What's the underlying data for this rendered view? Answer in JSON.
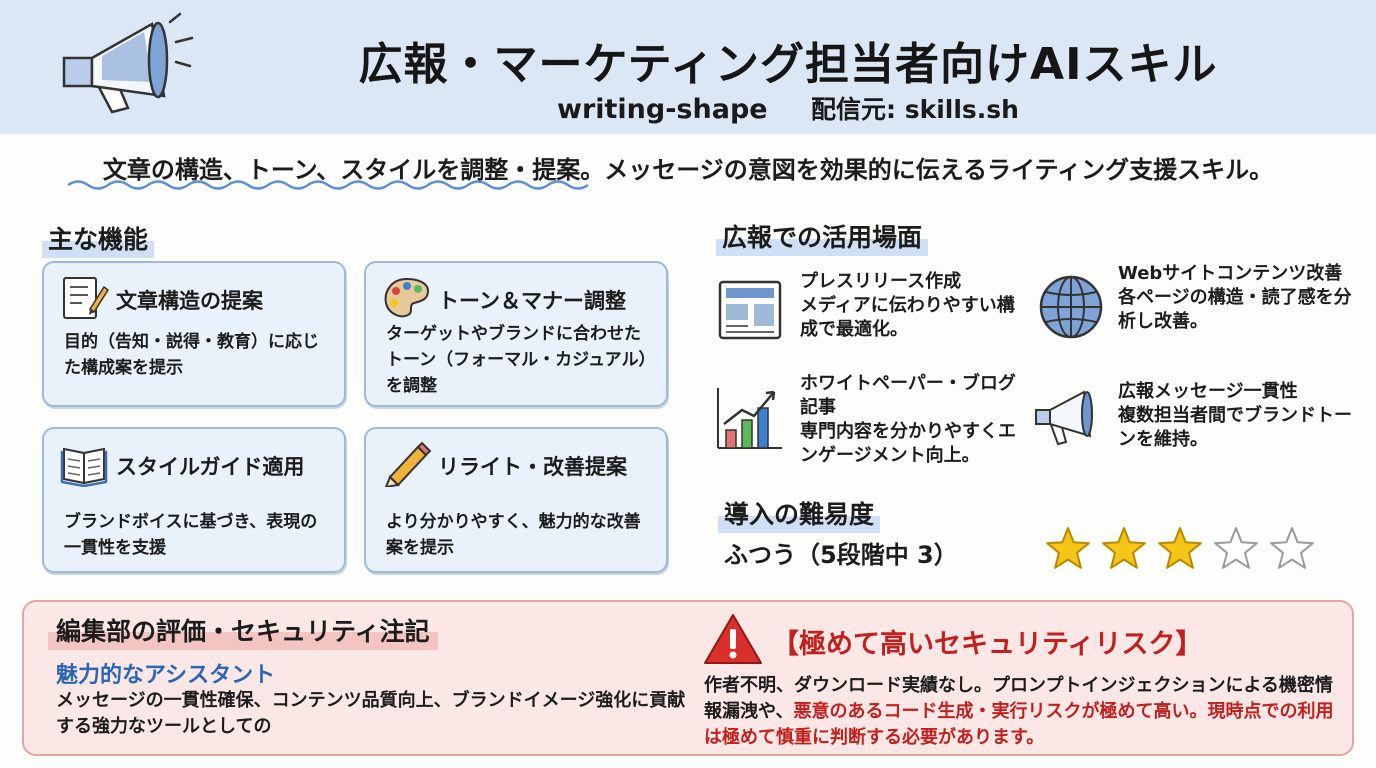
{
  "header": {
    "title": "広報・マーケティング担当者向けAIスキル",
    "skill_name": "writing-shape",
    "source": "配信元: skills.sh",
    "icon": "megaphone-icon"
  },
  "intro": "文章の構造、トーン、スタイルを調整・提案。メッセージの意図を効果的に伝えるライティング支援スキル。",
  "features": {
    "heading": "主な機能",
    "items": [
      {
        "title": "文章構造の提案",
        "body": "目的（告知・説得・教育）に応じた構成案を提示",
        "icon": "document-pencil-icon"
      },
      {
        "title": "トーン＆マナー調整",
        "body": "ターゲットやブランドに合わせたトーン（フォーマル・カジュアル）を調整",
        "icon": "palette-icon"
      },
      {
        "title": "スタイルガイド適用",
        "body": "ブランドボイスに基づき、表現の一貫性を支援",
        "icon": "book-icon"
      },
      {
        "title": "リライト・改善提案",
        "body": "より分かりやすく、魅力的な改善案を提示",
        "icon": "pencil-icon"
      }
    ]
  },
  "use_cases": {
    "heading": "広報での活用場面",
    "items": [
      {
        "title": "プレスリリース作成",
        "desc": "メディアに伝わりやすい構成で最適化。",
        "icon": "newspaper-icon"
      },
      {
        "title": "Webサイトコンテンツ改善",
        "desc": "各ページの構造・読了感を分析し改善。",
        "icon": "globe-icon"
      },
      {
        "title": "ホワイトペーパー・ブログ記事",
        "desc": "専門内容を分かりやすくエンゲージメント向上。",
        "icon": "growth-chart-icon"
      },
      {
        "title": "広報メッセージ一貫性",
        "desc": "複数担当者間でブランドトーンを維持。",
        "icon": "megaphone-icon"
      }
    ]
  },
  "difficulty": {
    "heading": "導入の難易度",
    "label": "ふつう（5段階中 3）",
    "rating": 3,
    "max": 5,
    "star_color": "#f5c518"
  },
  "review": {
    "heading": "編集部の評価・セキュリティ注記",
    "praise_title": "魅力的なアシスタント",
    "praise_body": "メッセージの一貫性確保、コンテンツ品質向上、ブランドイメージ強化に貢献する強力なツールとしての",
    "risk_title": "【極めて高いセキュリティリスク】",
    "risk_body_plain": "作者不明、ダウンロード実績なし。プロンプトインジェクションによる機密情報漏洩や、",
    "risk_body_red": "悪意のあるコード生成・実行リスクが極めて高い。現時点での利用は極めて慎重に判断する必要があります。",
    "risk_color": "#c0211e",
    "icon": "warning-icon"
  }
}
